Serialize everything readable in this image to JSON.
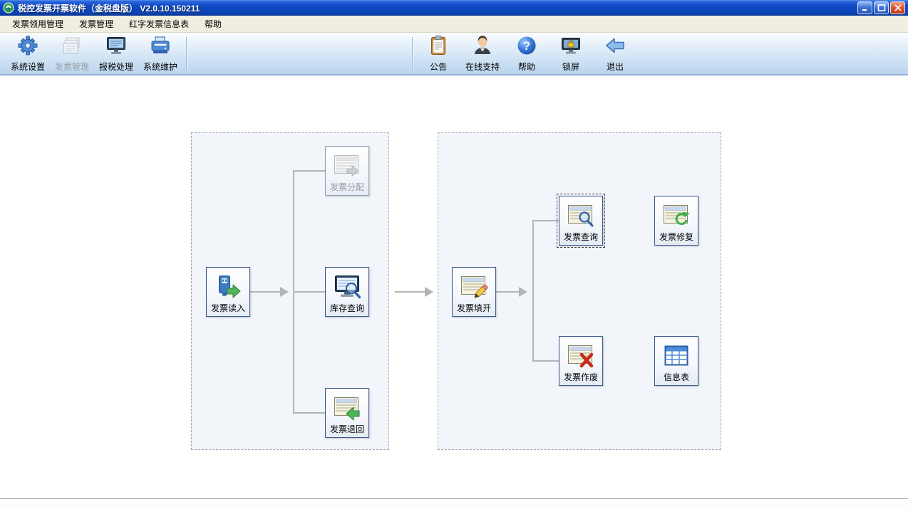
{
  "window": {
    "title": "税控发票开票软件（金税盘版）  V2.0.10.150211"
  },
  "menu_bar": {
    "items": [
      {
        "label": "发票领用管理"
      },
      {
        "label": "发票管理"
      },
      {
        "label": "红字发票信息表"
      },
      {
        "label": "帮助"
      }
    ]
  },
  "toolbar": {
    "left_items": [
      {
        "label": "系统设置",
        "icon": "gear-icon",
        "enabled": true
      },
      {
        "label": "发票管理",
        "icon": "invoice-stack-icon",
        "enabled": false
      },
      {
        "label": "报税处理",
        "icon": "tax-monitor-icon",
        "enabled": true
      },
      {
        "label": "系统维护",
        "icon": "maintenance-device-icon",
        "enabled": true
      }
    ],
    "right_items": [
      {
        "label": "公告",
        "icon": "announcement-clipboard-icon",
        "enabled": true
      },
      {
        "label": "在线支持",
        "icon": "online-support-person-icon",
        "enabled": true
      },
      {
        "label": "帮助",
        "icon": "help-question-icon",
        "enabled": true
      },
      {
        "label": "锁屏",
        "icon": "lock-screen-icon",
        "enabled": true
      },
      {
        "label": "退出",
        "icon": "exit-arrow-icon",
        "enabled": true
      }
    ]
  },
  "flow": {
    "left_group_nodes": [
      {
        "label": "发票读入",
        "icon": "usb-read-icon",
        "state": "normal"
      },
      {
        "label": "发票分配",
        "icon": "invoice-distribute-icon",
        "state": "disabled"
      },
      {
        "label": "库存查询",
        "icon": "stock-query-monitor-icon",
        "state": "normal"
      },
      {
        "label": "发票退回",
        "icon": "invoice-return-icon",
        "state": "normal"
      }
    ],
    "right_group_nodes": [
      {
        "label": "发票填开",
        "icon": "invoice-fill-pencil-icon",
        "state": "normal"
      },
      {
        "label": "发票查询",
        "icon": "invoice-query-magnifier-icon",
        "state": "focused"
      },
      {
        "label": "发票修复",
        "icon": "invoice-repair-refresh-icon",
        "state": "normal"
      },
      {
        "label": "发票作废",
        "icon": "invoice-void-cross-icon",
        "state": "normal"
      },
      {
        "label": "信息表",
        "icon": "info-table-grid-icon",
        "state": "normal"
      }
    ]
  },
  "colors": {
    "titlebar_blue": "#0E49C4",
    "toolbar_blue": "#CCE0F4",
    "node_border": "#3A5A8C",
    "connector_gray": "#B4B4B4",
    "disabled_text": "#9A9A9A",
    "close_button_red": "#BE3A12"
  }
}
